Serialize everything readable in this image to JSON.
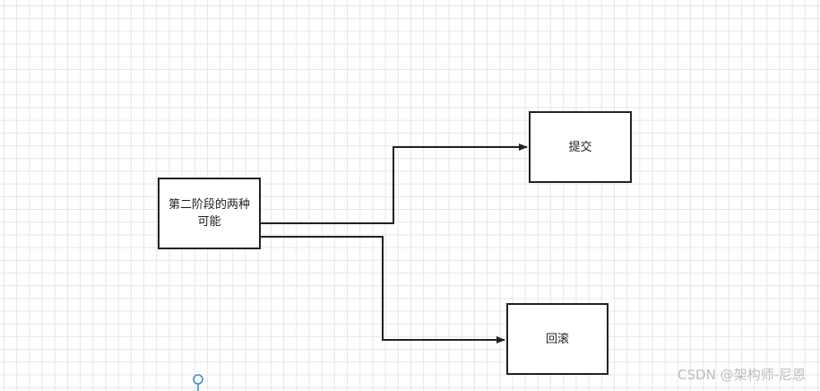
{
  "diagram": {
    "nodes": {
      "phase2": {
        "label": "第二阶段的两种可能"
      },
      "commit": {
        "label": "提交"
      },
      "rollback": {
        "label": "回滚"
      }
    },
    "edges": [
      {
        "from": "phase2",
        "to": "commit"
      },
      {
        "from": "phase2",
        "to": "rollback"
      }
    ]
  },
  "watermark": "CSDN @架构师-尼恩",
  "colors": {
    "stroke": "#222222",
    "grid": "#e6e6e6",
    "connection_point": "#3e8ed0",
    "watermark": "#bcbcbc"
  }
}
